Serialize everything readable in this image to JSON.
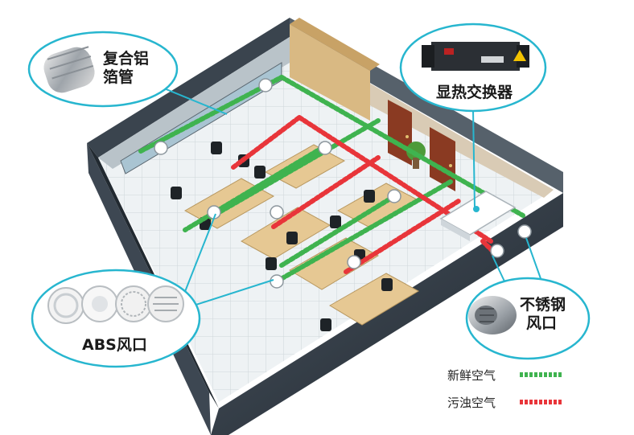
{
  "callouts": {
    "aluminum_duct": {
      "line1": "复合铝",
      "line2": "箔管"
    },
    "heat_exchanger": {
      "label": "显热交换器"
    },
    "abs_vent": {
      "label": "ABS风口"
    },
    "steel_vent": {
      "line1": "不锈钢",
      "line2": "风口"
    }
  },
  "legend": [
    {
      "label": "新鲜空气",
      "color": "#3fb34f"
    },
    {
      "label": "污浊空气",
      "color": "#e8353a"
    }
  ],
  "colors": {
    "callout_border": "#27b6cf",
    "fresh_air": "#3fb34f",
    "stale_air": "#e8353a",
    "wall": "#2f3740",
    "floor": "#e7ecef"
  }
}
